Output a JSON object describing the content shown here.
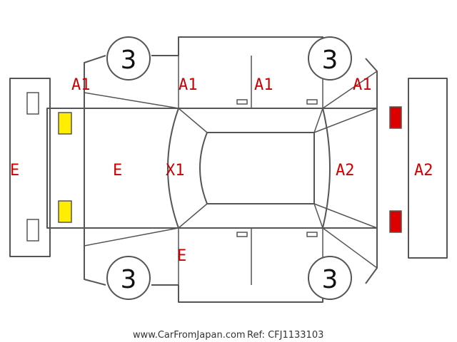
{
  "colors": {
    "damage_code": "#cc0000",
    "outline": "#555555",
    "lamp_front": "#ffee00",
    "lamp_rear": "#dd0000"
  },
  "wheels": {
    "front_left": "3",
    "front_right": "3",
    "rear_left": "3",
    "rear_right": "3"
  },
  "codes": {
    "rear_bumper": "E",
    "trunk": "E",
    "roof": "X1",
    "top_quarter": "A1",
    "top_rear_door": "A1",
    "top_front_door": "A1",
    "top_front_fender": "A1",
    "hood": "A2",
    "front_bumper": "A2",
    "bottom_quarter": "E"
  },
  "footer": {
    "source": "www.CarFromJapan.com",
    "ref": "Ref: CFJ1133103"
  }
}
